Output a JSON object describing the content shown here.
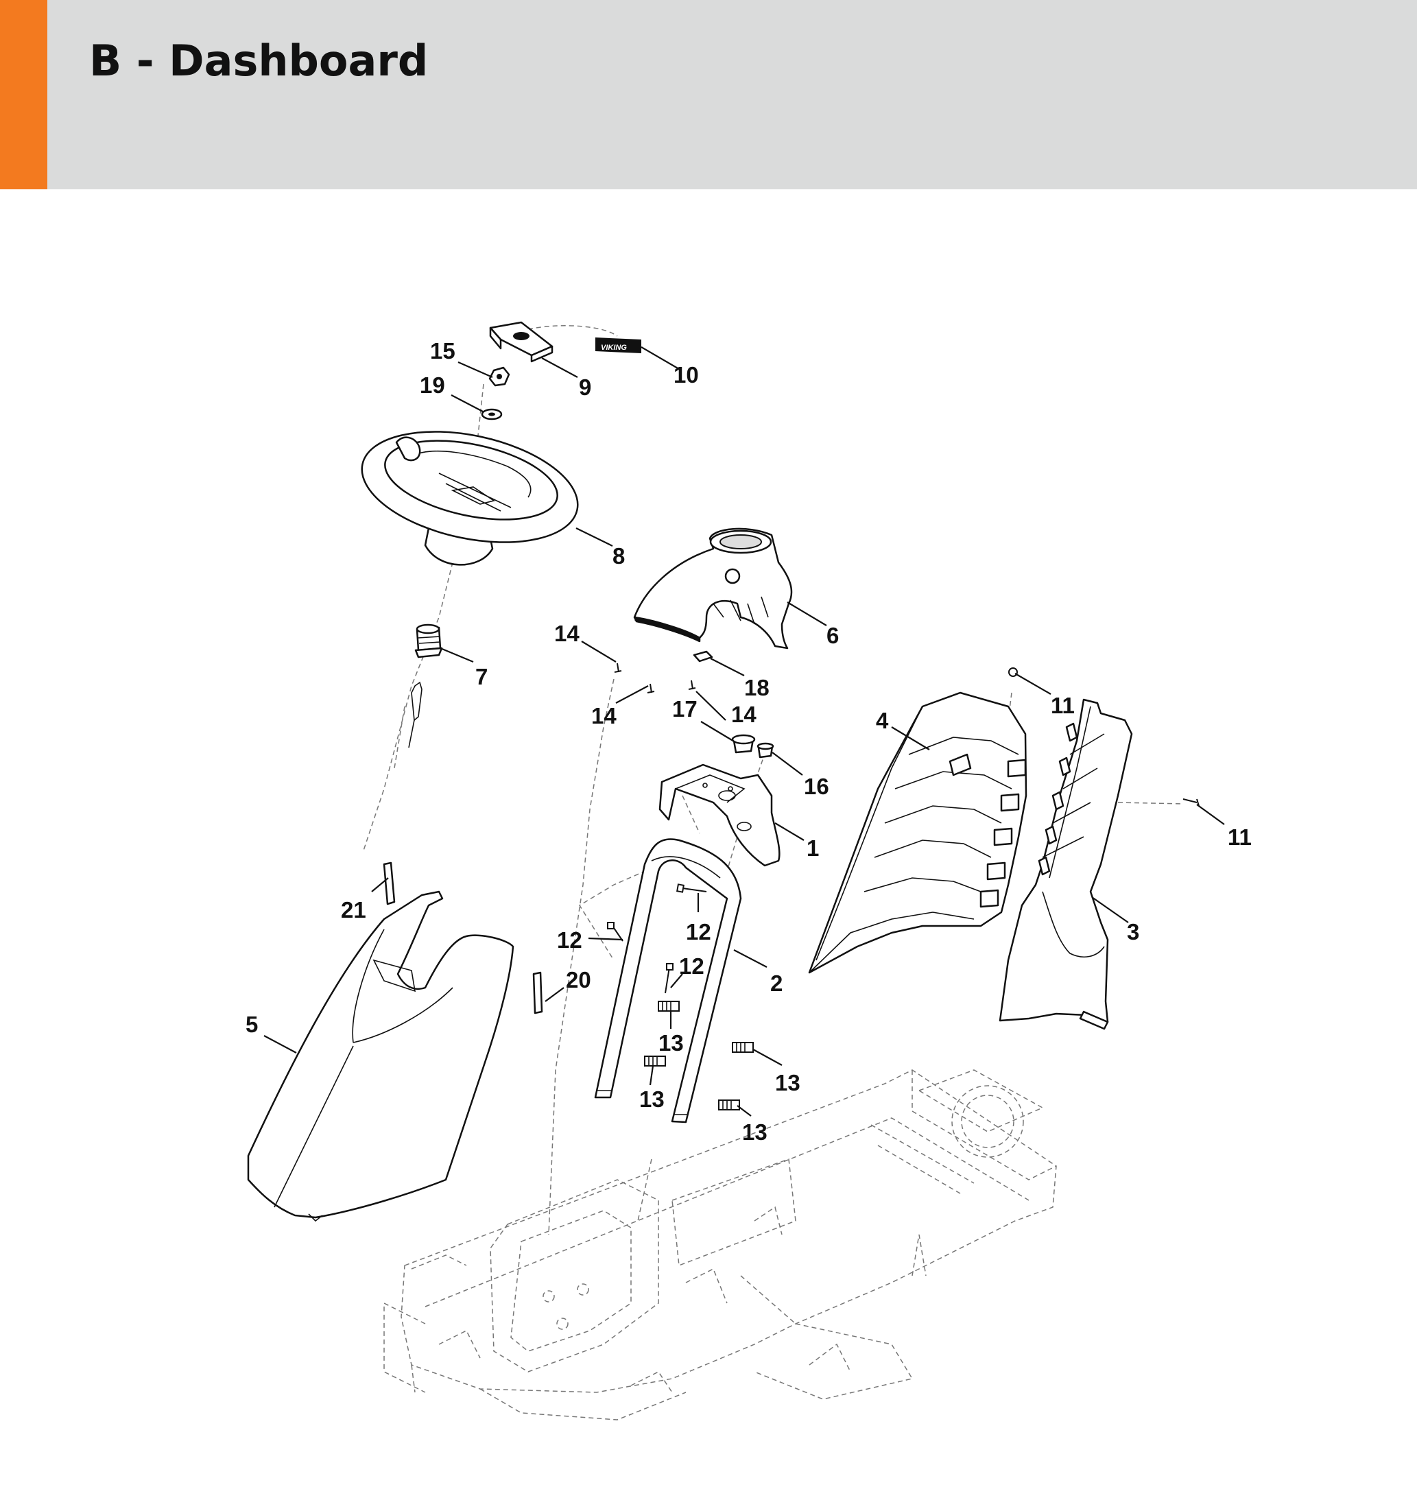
{
  "header": {
    "title": "B - Dashboard",
    "accent_color": "#f37a1f",
    "band_color": "#dadbdb"
  },
  "diagram": {
    "logo_text": "VIKING",
    "callouts": [
      {
        "id": "c15",
        "text": "15"
      },
      {
        "id": "c19",
        "text": "19"
      },
      {
        "id": "c9",
        "text": "9"
      },
      {
        "id": "c10",
        "text": "10"
      },
      {
        "id": "c8",
        "text": "8"
      },
      {
        "id": "c6",
        "text": "6"
      },
      {
        "id": "c7",
        "text": "7"
      },
      {
        "id": "c14a",
        "text": "14"
      },
      {
        "id": "c14b",
        "text": "14"
      },
      {
        "id": "c18",
        "text": "18"
      },
      {
        "id": "c17",
        "text": "17"
      },
      {
        "id": "c14c",
        "text": "14"
      },
      {
        "id": "c16",
        "text": "16"
      },
      {
        "id": "c1",
        "text": "1"
      },
      {
        "id": "c4",
        "text": "4"
      },
      {
        "id": "c11a",
        "text": "11"
      },
      {
        "id": "c11b",
        "text": "11"
      },
      {
        "id": "c3",
        "text": "3"
      },
      {
        "id": "c21",
        "text": "21"
      },
      {
        "id": "c12a",
        "text": "12"
      },
      {
        "id": "c12b",
        "text": "12"
      },
      {
        "id": "c12c",
        "text": "12"
      },
      {
        "id": "c20",
        "text": "20"
      },
      {
        "id": "c2",
        "text": "2"
      },
      {
        "id": "c5",
        "text": "5"
      },
      {
        "id": "c13a",
        "text": "13"
      },
      {
        "id": "c13b",
        "text": "13"
      },
      {
        "id": "c13c",
        "text": "13"
      },
      {
        "id": "c13d",
        "text": "13"
      }
    ]
  }
}
